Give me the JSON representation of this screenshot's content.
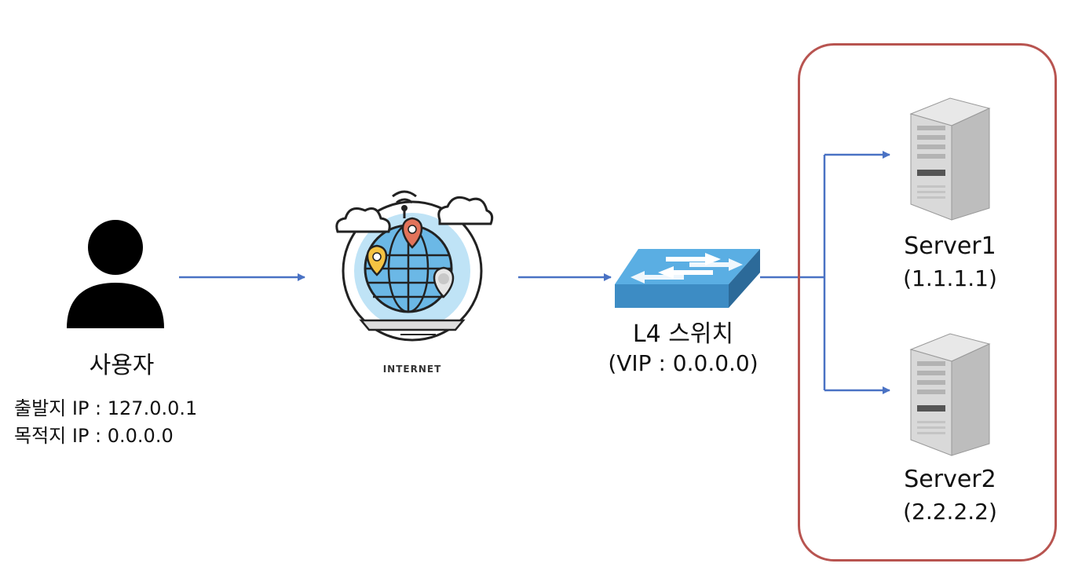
{
  "user": {
    "icon": "person-icon",
    "title": "사용자",
    "source_ip": "출발지 IP : 127.0.0.1",
    "dest_ip": "목적지 IP : 0.0.0.0"
  },
  "internet": {
    "icon": "globe-internet-icon",
    "caption": "INTERNET"
  },
  "switch": {
    "icon": "network-switch-icon",
    "name": "L4 스위치",
    "vip": "(VIP : 0.0.0.0)",
    "color": "#4a9fd6"
  },
  "servers": [
    {
      "icon": "server-tower-icon",
      "name": "Server1",
      "ip": "(1.1.1.1)"
    },
    {
      "icon": "server-tower-icon",
      "name": "Server2",
      "ip": "(2.2.2.2)"
    }
  ],
  "colors": {
    "arrow": "#4a72c4",
    "group_border": "#b85450"
  }
}
